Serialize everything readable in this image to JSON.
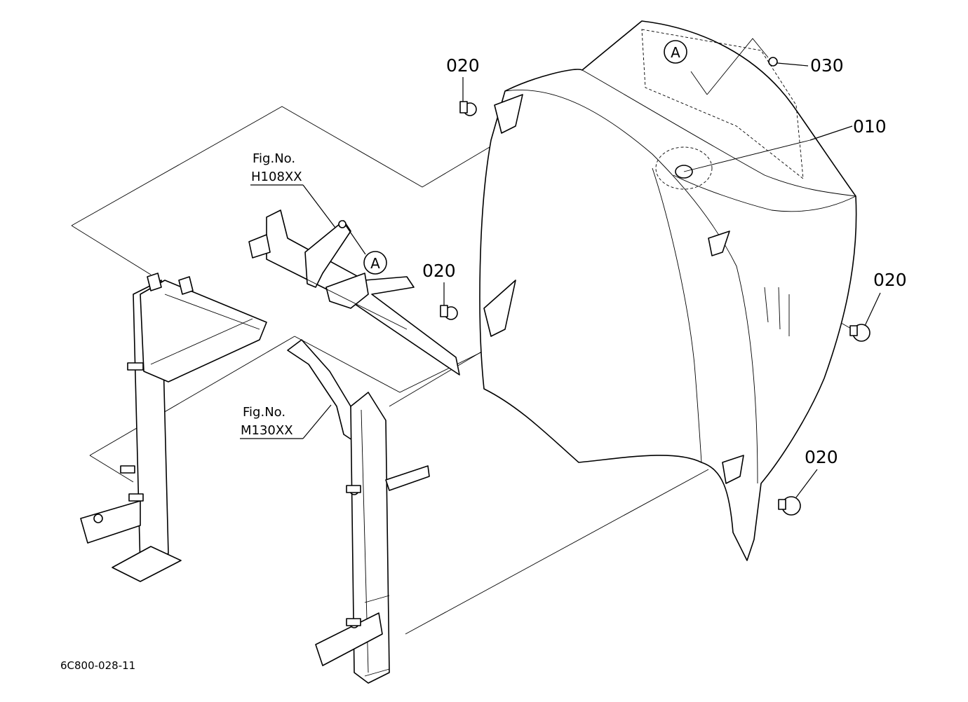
{
  "labels": {
    "p010": "010",
    "p020a": "020",
    "p020b": "020",
    "p020c": "020",
    "p020d": "020",
    "p030": "030",
    "callout_a1": "A",
    "callout_a2": "A",
    "ref1_line1": "Fig.No.",
    "ref1_line2": "H108XX",
    "ref2_line1": "Fig.No.",
    "ref2_line2": "M130XX",
    "doc_id": "6C800-028-11"
  }
}
